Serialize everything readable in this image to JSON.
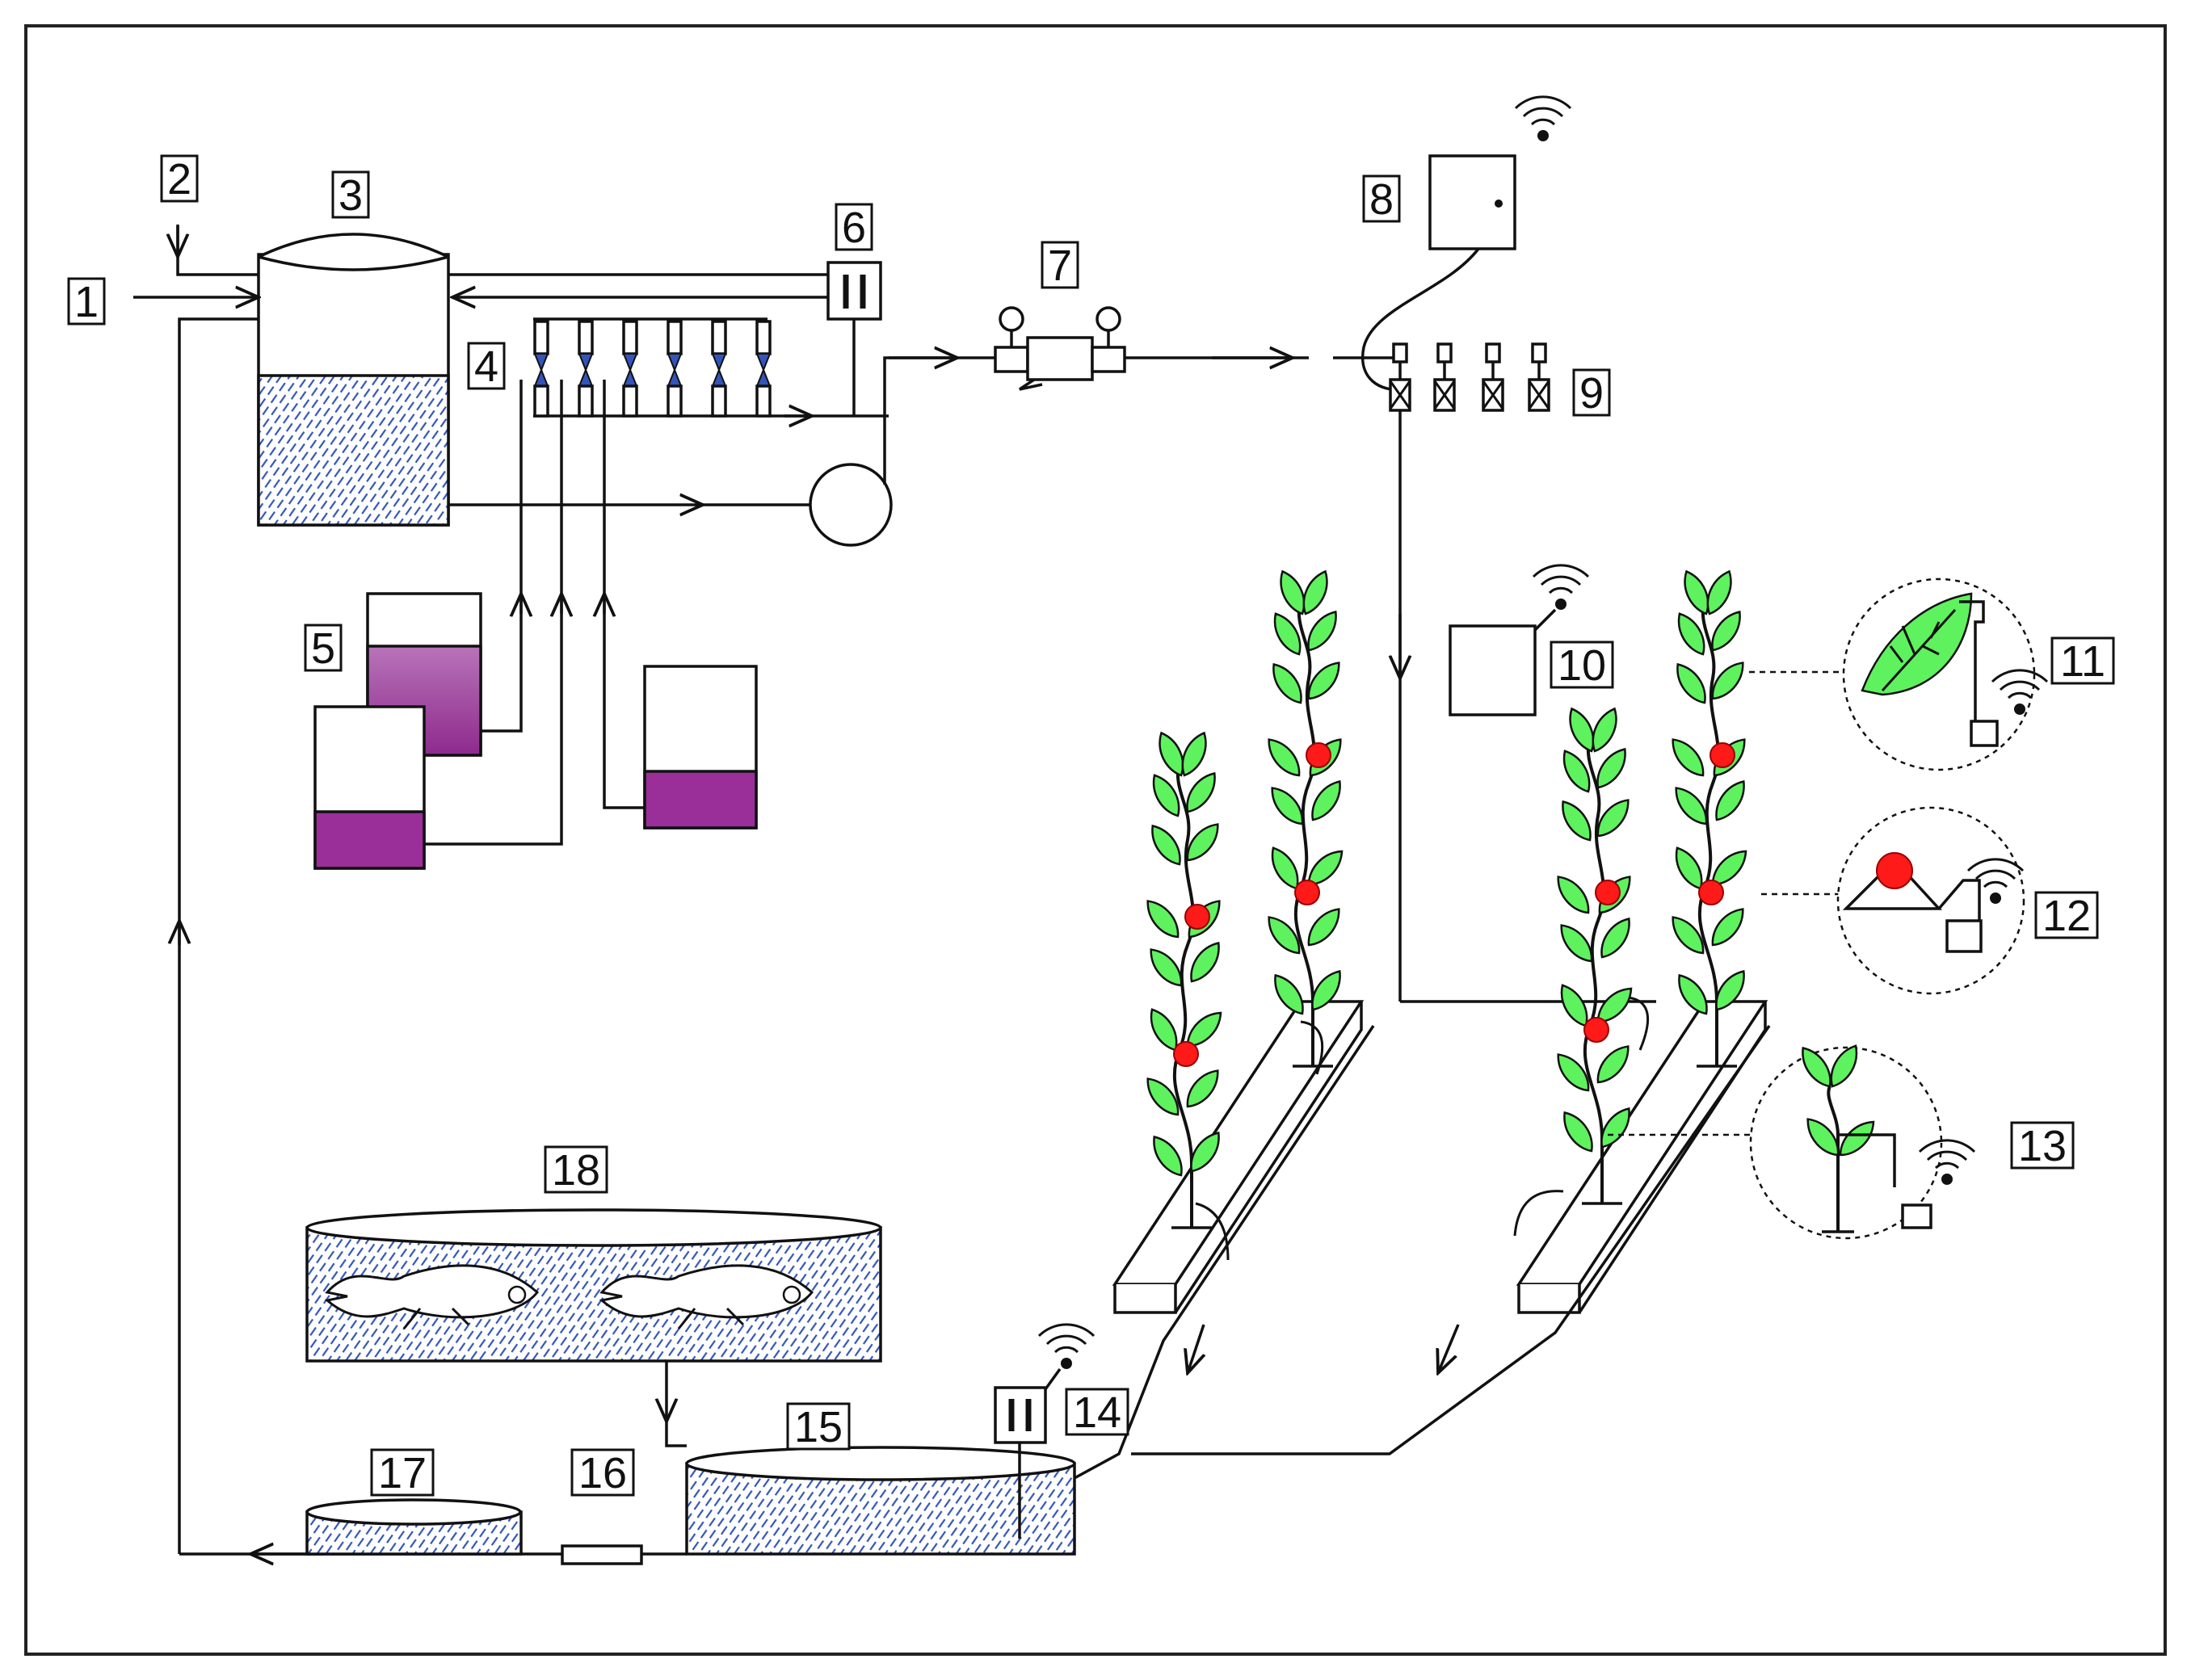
{
  "labels": [
    "1",
    "2",
    "3",
    "4",
    "5",
    "6",
    "7",
    "8",
    "9",
    "10",
    "11",
    "12",
    "13",
    "14",
    "15",
    "16",
    "17",
    "18"
  ],
  "colors": {
    "line": "#111111",
    "water_hatch": "#3355bb",
    "nutrient_solution": "#9a2f9a",
    "leaf": "#5ef25e",
    "fruit": "#ff1a1a",
    "background": "#ffffff"
  },
  "icons": [
    "wifi-icon",
    "pressure-gauge-icon",
    "solenoid-valve-icon",
    "pump-icon",
    "fish-icon",
    "leaf-icon",
    "tomato-icon",
    "sensor-probe-icon",
    "filter-icon",
    "dosing-injector-icon"
  ]
}
